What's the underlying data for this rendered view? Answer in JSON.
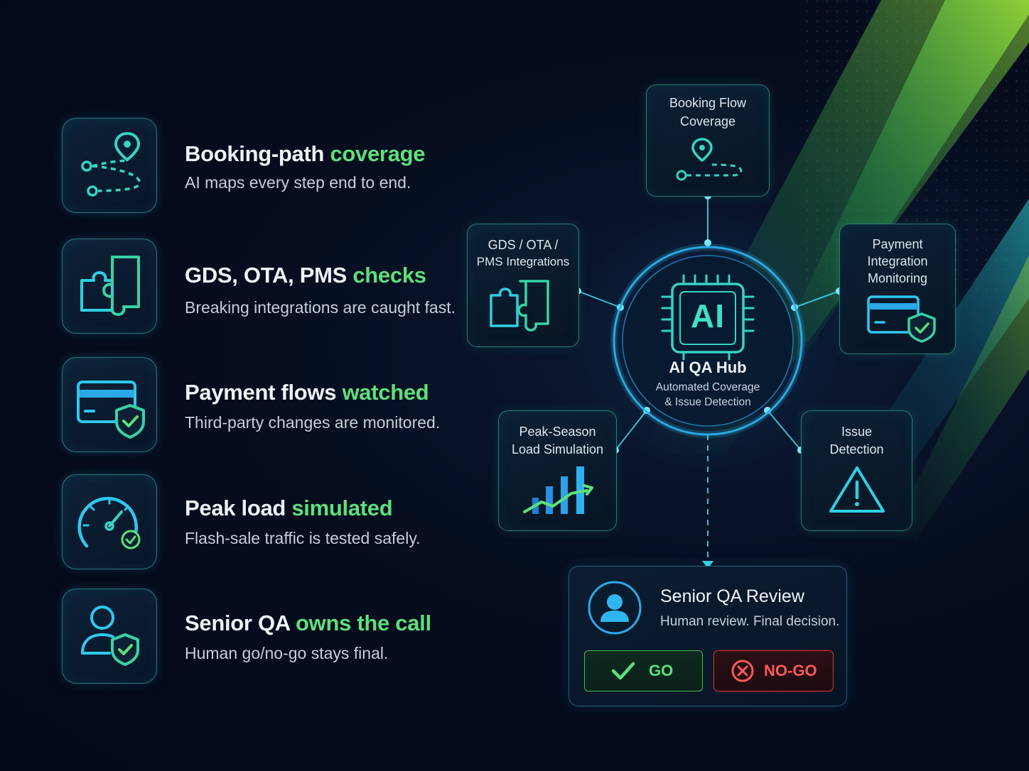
{
  "features": [
    {
      "title_main": "Booking-path ",
      "title_highlight": "coverage",
      "description": "AI maps every step end to end.",
      "icon": "map-route-icon"
    },
    {
      "title_main": "GDS, OTA, PMS ",
      "title_highlight": "checks",
      "description": "Breaking integrations are caught fast.",
      "icon": "puzzle-icon"
    },
    {
      "title_main": "Payment flows ",
      "title_highlight": "watched",
      "description": "Third-party changes are monitored.",
      "icon": "card-shield-icon"
    },
    {
      "title_main": "Peak load ",
      "title_highlight": "simulated",
      "description": "Flash-sale traffic is tested safely.",
      "icon": "gauge-icon"
    },
    {
      "title_main": "Senior QA ",
      "title_highlight": "owns the call",
      "description": "Human go/no-go stays final.",
      "icon": "user-shield-icon"
    }
  ],
  "hub": {
    "chip_label": "AI",
    "title": "AI QA Hub",
    "subtitle_line1": "Automated Coverage",
    "subtitle_line2": "& Issue Detection"
  },
  "nodes": {
    "booking": {
      "line1": "Booking Flow",
      "line2": "Coverage",
      "icon": "map-route-icon"
    },
    "gds": {
      "line1": "GDS / OTA /",
      "line2": "PMS Integrations",
      "icon": "puzzle-icon"
    },
    "payment": {
      "line1": "Payment",
      "line2": "Integration",
      "line3": "Monitoring",
      "icon": "card-shield-icon"
    },
    "peak": {
      "line1": "Peak-Season",
      "line2": "Load Simulation",
      "icon": "bar-chart-trend-icon"
    },
    "issue": {
      "line1": "Issue",
      "line2": "Detection",
      "icon": "warning-icon"
    }
  },
  "review": {
    "title": "Senior QA Review",
    "subtitle": "Human review. Final decision.",
    "go_label": "GO",
    "nogo_label": "NO-GO",
    "icon": "user-icon"
  },
  "colors": {
    "accent_green": "#5de07a",
    "accent_cyan": "#2fd0e0",
    "go_green": "#3fbf52",
    "nogo_red": "#ff5a5a",
    "background": "#040a18"
  }
}
